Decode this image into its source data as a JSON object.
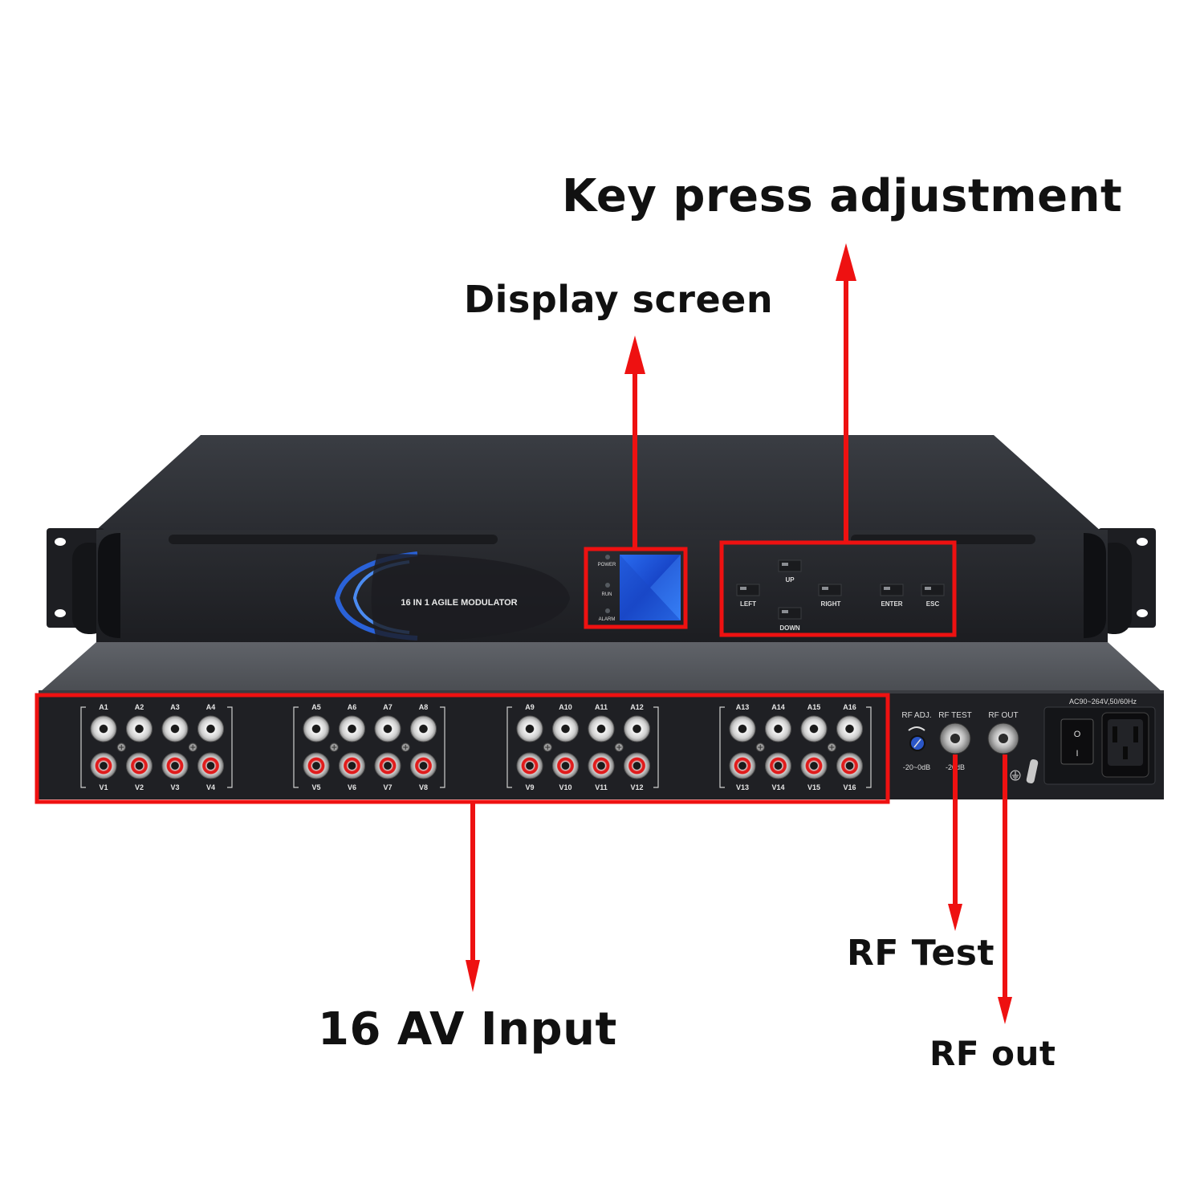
{
  "callouts": {
    "key_press": "Key press adjustment",
    "display": "Display screen",
    "av_input": "16 AV Input",
    "rf_test": "RF Test",
    "rf_out": "RF out"
  },
  "front_panel": {
    "model": "16 IN 1 AGILE MODULATOR",
    "leds": [
      "POWER",
      "RUN",
      "ALARM"
    ],
    "keys": {
      "up": "UP",
      "left": "LEFT",
      "right": "RIGHT",
      "down": "DOWN",
      "enter": "ENTER",
      "esc": "ESC"
    }
  },
  "rear_panel": {
    "groups": [
      {
        "audio": [
          "A1",
          "A2",
          "A3",
          "A4"
        ],
        "video": [
          "V1",
          "V2",
          "V3",
          "V4"
        ]
      },
      {
        "audio": [
          "A5",
          "A6",
          "A7",
          "A8"
        ],
        "video": [
          "V5",
          "V6",
          "V7",
          "V8"
        ]
      },
      {
        "audio": [
          "A9",
          "A10",
          "A11",
          "A12"
        ],
        "video": [
          "V9",
          "V10",
          "V11",
          "V12"
        ]
      },
      {
        "audio": [
          "A13",
          "A14",
          "A15",
          "A16"
        ],
        "video": [
          "V13",
          "V14",
          "V15",
          "V16"
        ]
      }
    ],
    "rf_adj": "RF ADJ.",
    "rf_adj_range": "-20~0dB",
    "rf_test": "RF TEST",
    "rf_test_level": "-20dB",
    "rf_out": "RF OUT",
    "power_label": "AC90~264V,50/60Hz",
    "switch_on": "I",
    "switch_off": "O"
  },
  "colors": {
    "highlight": "#ee1111",
    "chassis": "#2b2d31",
    "screen": "#1e5bd6"
  }
}
